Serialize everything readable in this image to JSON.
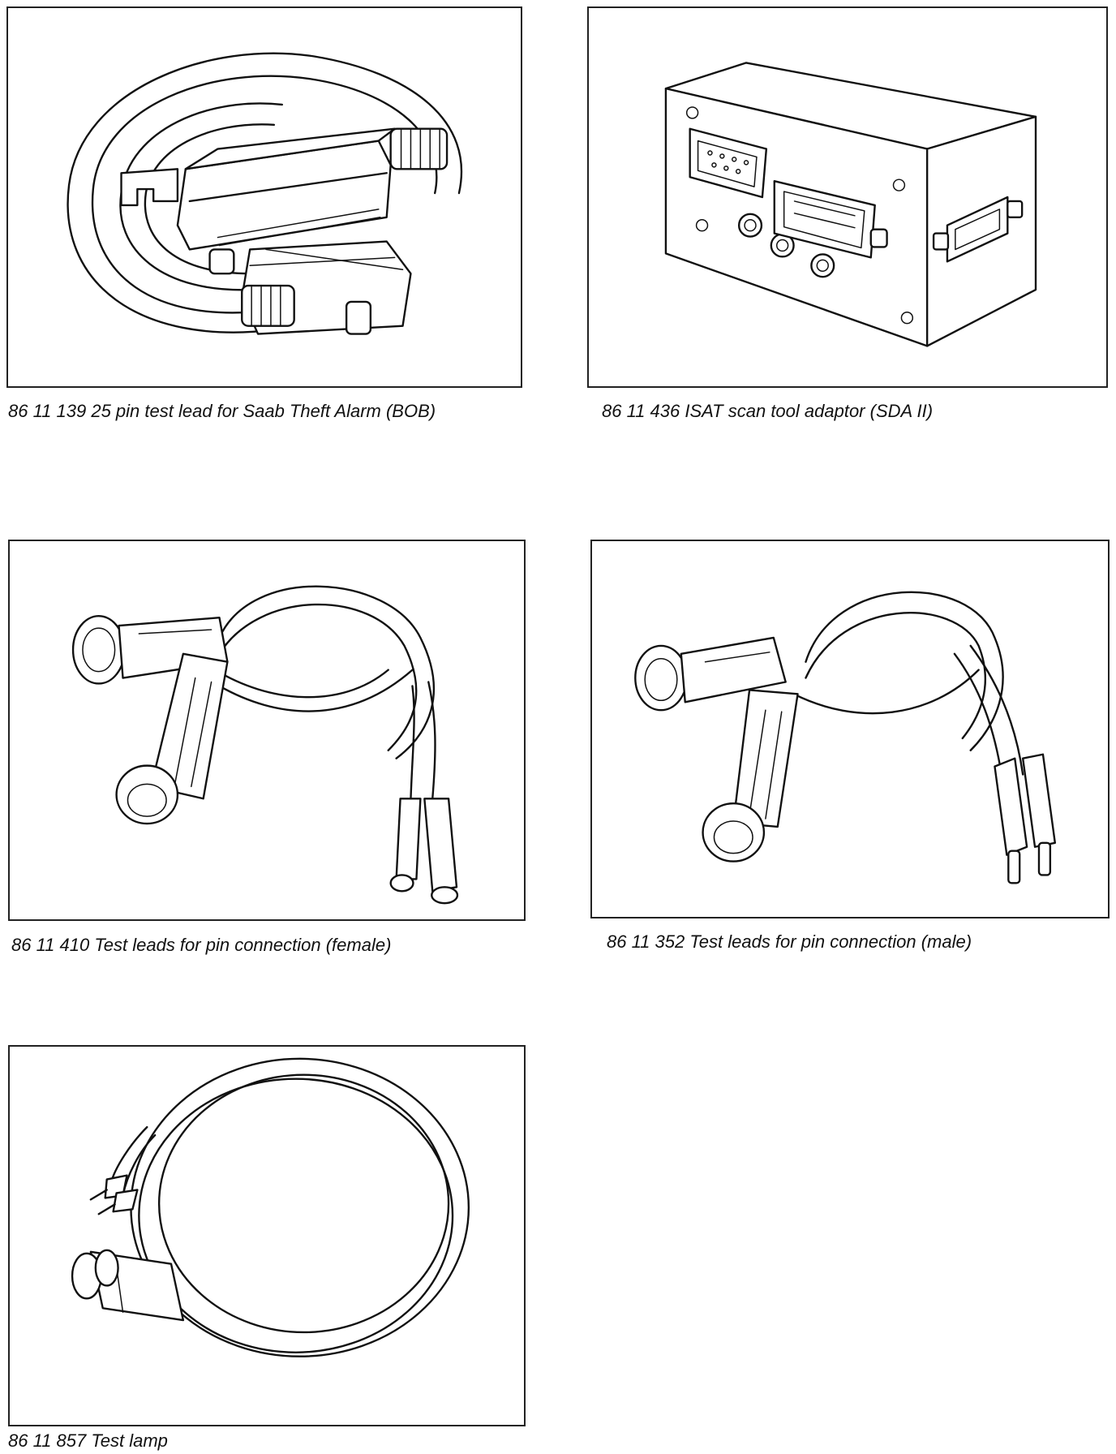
{
  "figures": [
    {
      "caption": "86 11 139 25 pin test lead for Saab Theft Alarm (BOB)",
      "icon": "25-pin-test-lead-illustration"
    },
    {
      "caption": "86 11 436 ISAT scan tool adaptor (SDA II)",
      "icon": "scan-tool-adaptor-illustration"
    },
    {
      "caption": "86 11 410 Test leads for pin connection (female)",
      "icon": "female-test-leads-illustration"
    },
    {
      "caption": "86 11 352 Test leads for pin connection (male)",
      "icon": "male-test-leads-illustration"
    },
    {
      "caption": "86 11 857 Test lamp",
      "icon": "test-lamp-illustration"
    }
  ]
}
